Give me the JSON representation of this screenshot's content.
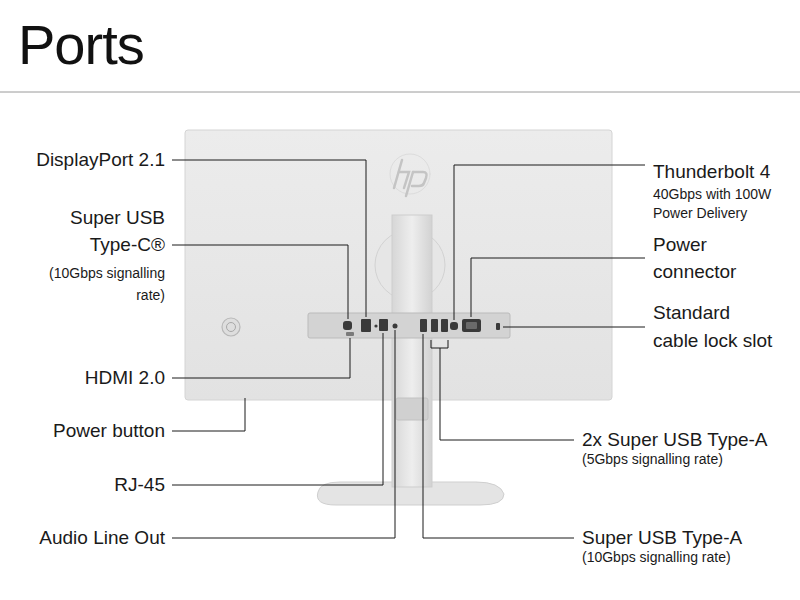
{
  "diagram": {
    "title": "Ports",
    "labels": [
      "DisplayPort 2.1",
      "Super USB Type-C®",
      "(10Gbps signalling rate)",
      "HDMI 2.0",
      "Power button",
      "RJ-45",
      "Audio Line Out",
      "Thunderbolt 4",
      "40Gbps with 100W Power Delivery",
      "Power connector",
      "Standard cable lock slot",
      "2x Super USB Type-A",
      "(5Gbps signalling rate)",
      "Super USB Type-A",
      "(10Gbps signalling rate)"
    ]
  }
}
